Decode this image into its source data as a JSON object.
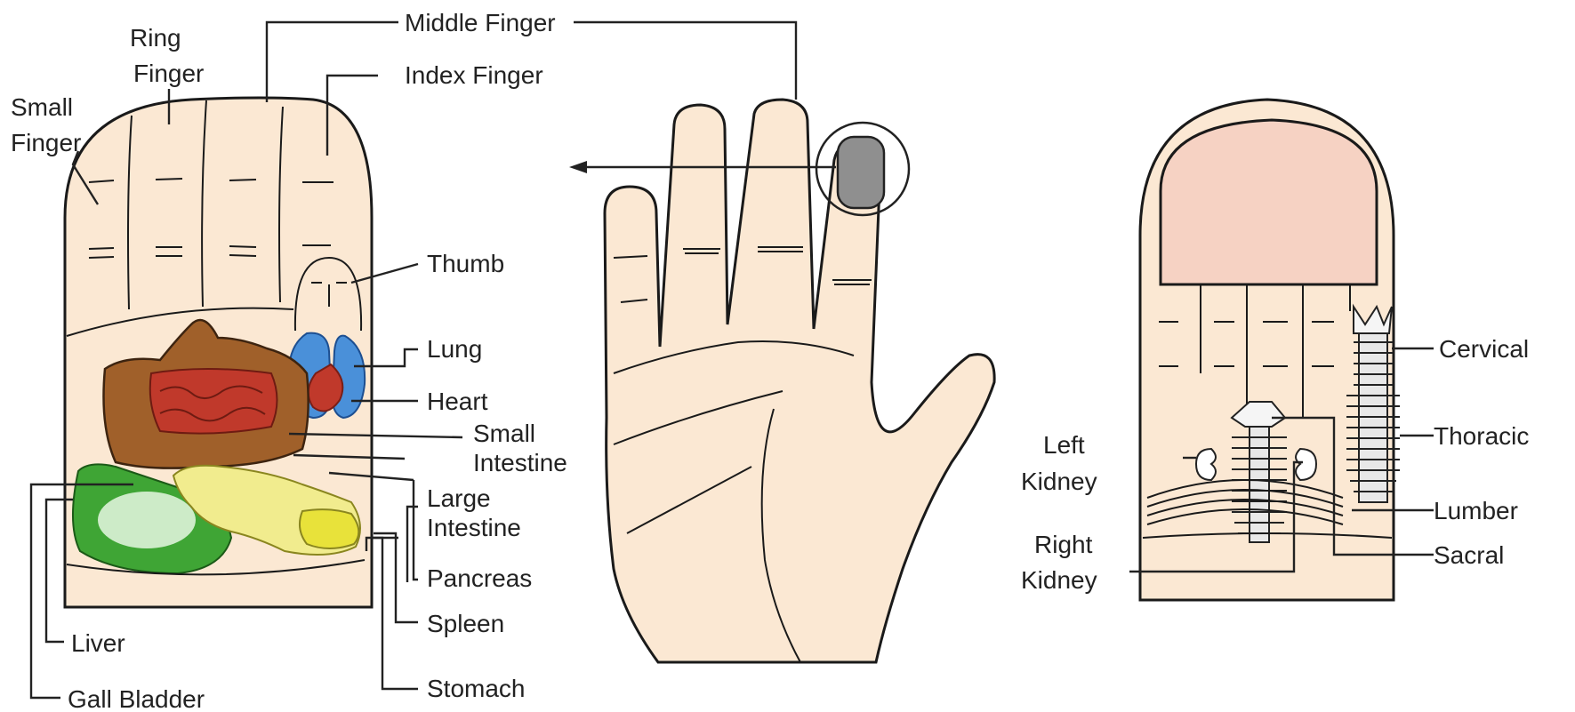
{
  "colors": {
    "skin": "#fbe8d3",
    "nail": "#f6d2c3",
    "tip_highlight": "#8f8f8f",
    "lung": "#4a90d9",
    "intestine": "#c0392b",
    "liver": "#3fa535",
    "gall_bladder": "#e8e23a",
    "stomach_organs": "#a0602a"
  },
  "icons": {
    "left": "thumb-organ-map-illustration",
    "center": "hand-palm-illustration",
    "right": "thumb-spine-map-illustration"
  },
  "left_panel": {
    "labels": {
      "middle_finger": "Middle Finger",
      "ring_finger_1": "Ring",
      "ring_finger_2": "Finger",
      "index_finger": "Index Finger",
      "small_finger_1": "Small",
      "small_finger_2": "Finger",
      "thumb": "Thumb",
      "lung": "Lung",
      "heart": "Heart",
      "small_intestine_1": "Small",
      "small_intestine_2": "Intestine",
      "large_intestine_1": "Large",
      "large_intestine_2": "Intestine",
      "pancreas": "Pancreas",
      "spleen": "Spleen",
      "liver": "Liver",
      "stomach": "Stomach",
      "gall_bladder": "Gall Bladder"
    }
  },
  "right_panel": {
    "labels": {
      "cervical": "Cervical",
      "thoracic": "Thoracic",
      "lumber": "Lumber",
      "sacral": "Sacral",
      "left_kidney_1": "Left",
      "left_kidney_2": "Kidney",
      "right_kidney_1": "Right",
      "right_kidney_2": "Kidney"
    }
  }
}
